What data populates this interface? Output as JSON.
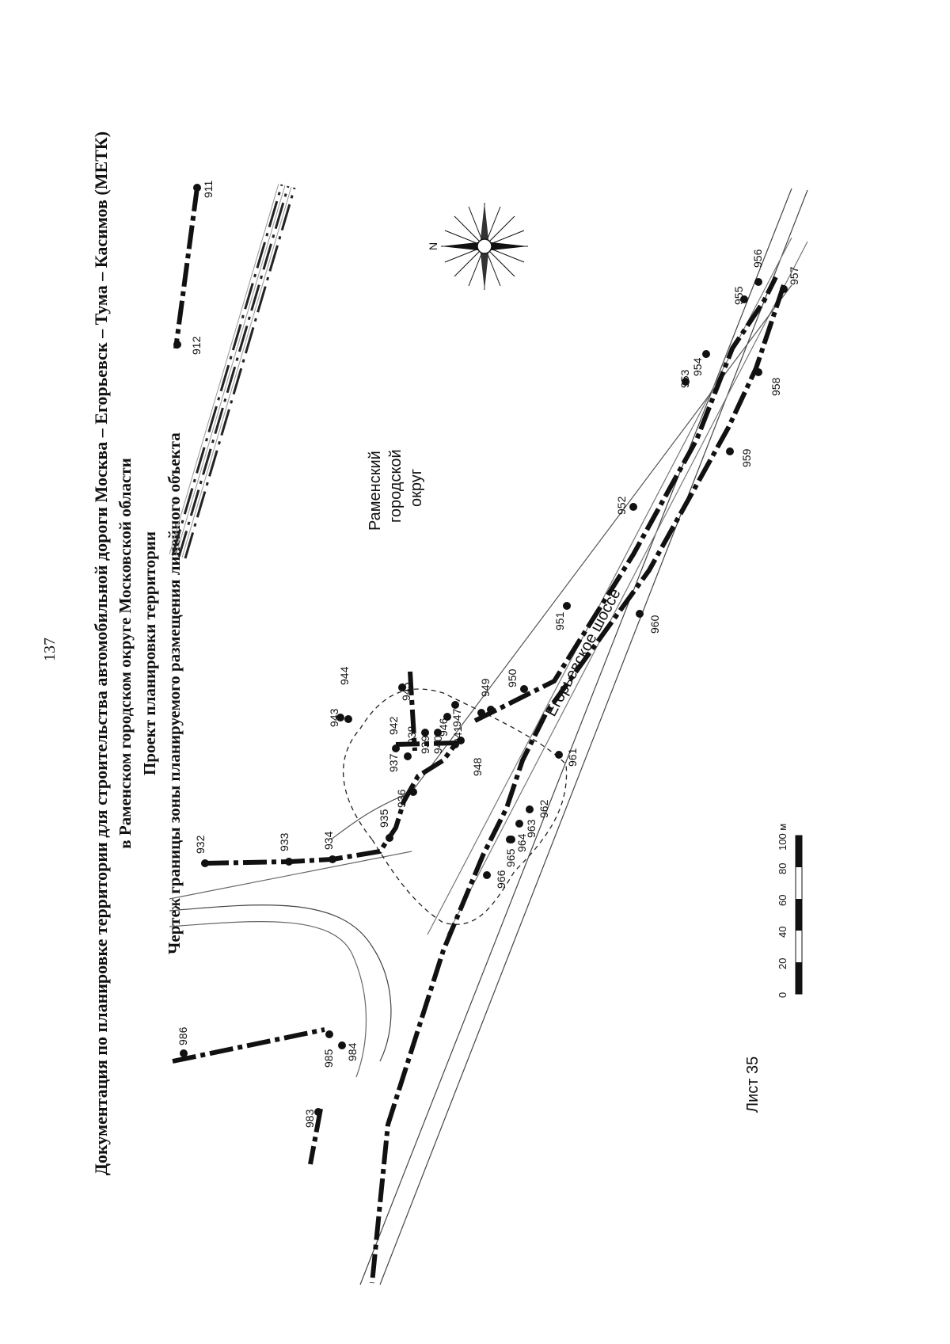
{
  "page_number": "137",
  "title": {
    "line1": "Документация по планировке территории для строительства автомобильной дороги Москва – Егорьевск – Тума – Касимов (МЕТК)",
    "line2": "в Раменском городском округе Московской области",
    "line3": "Проект планировки территории",
    "line4": "Чертеж границы зоны планируемого размещения линейного объекта"
  },
  "map": {
    "district_lines": [
      "Раменский",
      "городской",
      "округ"
    ],
    "road_name": "Егорьевское шоссе",
    "sheet_label": "Лист 35",
    "compass_label": "N",
    "scale_labels": [
      "0",
      "20",
      "40",
      "60",
      "80",
      "100 м"
    ],
    "points": [
      "911",
      "912",
      "932",
      "933",
      "934",
      "935",
      "936",
      "937",
      "938",
      "939",
      "940",
      "941",
      "942",
      "943",
      "944",
      "945",
      "946",
      "947",
      "948",
      "949",
      "950",
      "951",
      "952",
      "953",
      "954",
      "955",
      "956",
      "957",
      "958",
      "959",
      "960",
      "961",
      "962",
      "963",
      "964",
      "965",
      "966",
      "983",
      "984",
      "985",
      "986"
    ]
  },
  "colors": {
    "ink": "#111111",
    "road_edge": "#444444",
    "hatch": "#999999"
  }
}
